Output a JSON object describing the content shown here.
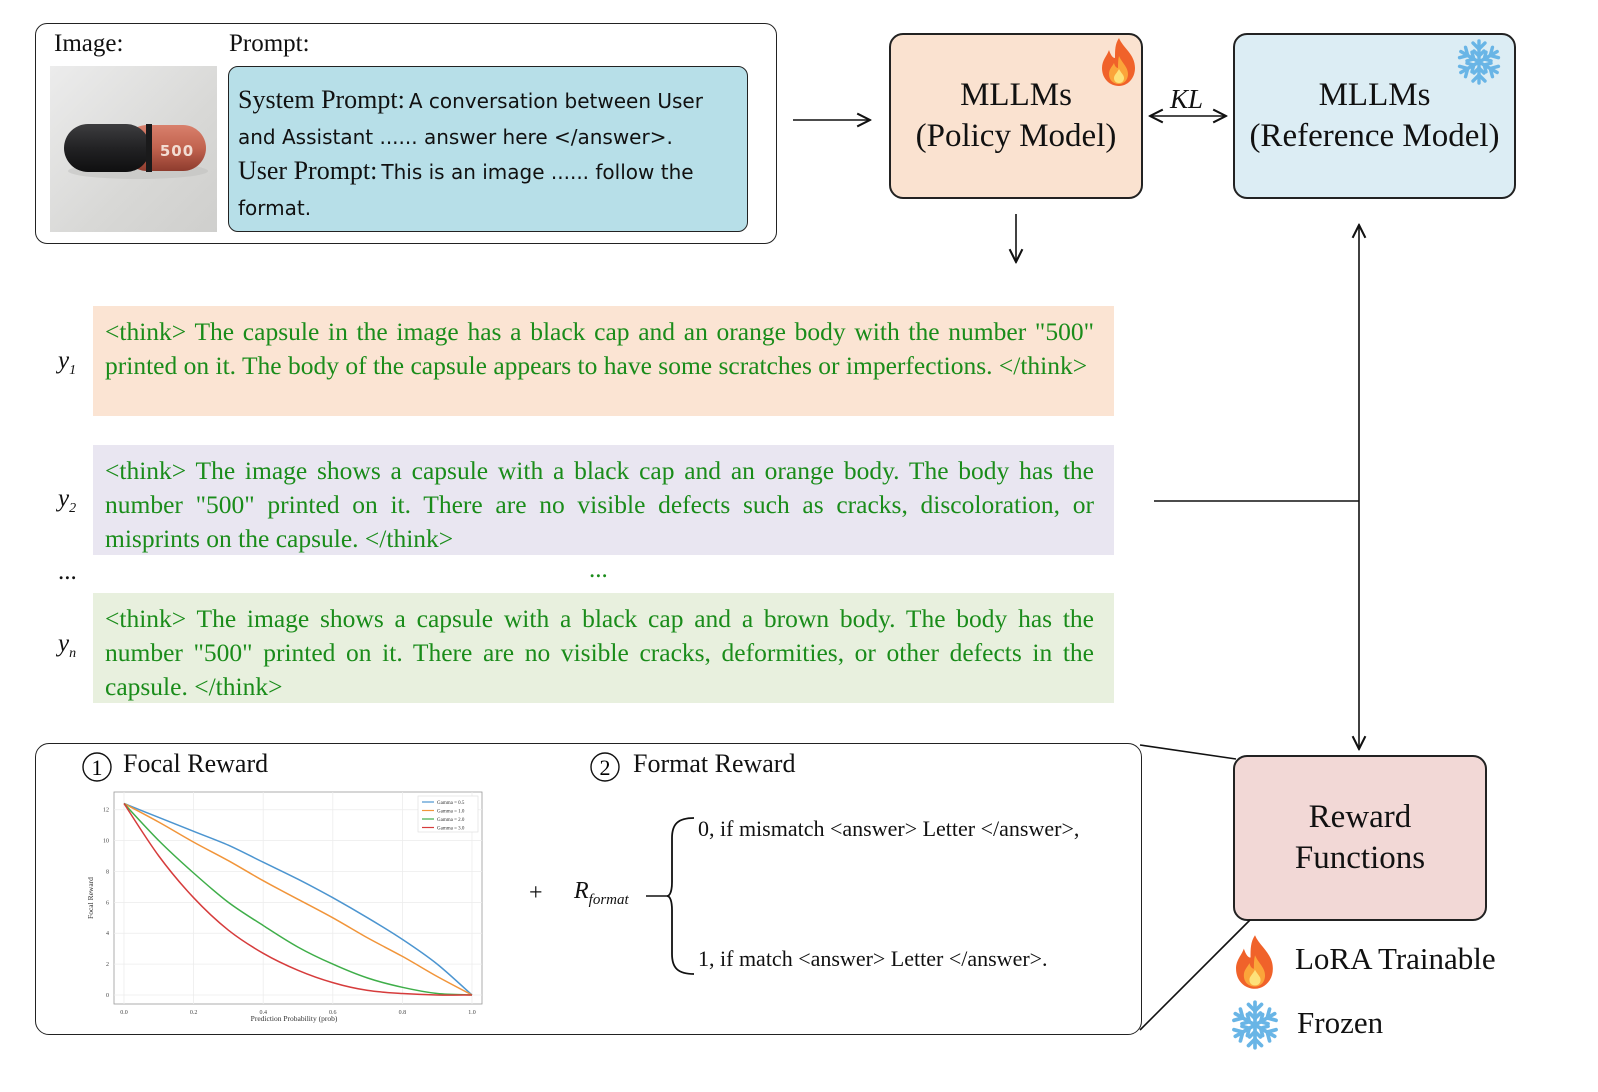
{
  "input": {
    "image_label": "Image:",
    "prompt_label": "Prompt:",
    "capsule_number": "500",
    "system_prompt_label": "System Prompt:",
    "system_prompt_text_line1": "A conversation between User",
    "system_prompt_text_line2": "and Assistant ...... answer here </answer>.",
    "user_prompt_label": "User Prompt:",
    "user_prompt_text_line1": "This is an image ...... follow the",
    "user_prompt_text_line2": "format."
  },
  "policy_model": {
    "line1": "MLLMs",
    "line2": "(Policy Model)",
    "icon": "fire-icon"
  },
  "reference_model": {
    "line1": "MLLMs",
    "line2": "(Reference Model)",
    "icon": "snowflake-icon"
  },
  "kl_label": "KL",
  "responses": [
    {
      "label": "y",
      "sub": "1",
      "text": "<think> The capsule in the image has a black cap and an orange body with the number \"500\" printed on it. The body of the capsule appears to have some scratches or imperfections. </think>"
    },
    {
      "label": "y",
      "sub": "2",
      "text": "<think> The image shows a capsule with a black cap and an orange body. The body has the number \"500\" printed on it. There are no visible defects such as cracks, discoloration, or misprints on the capsule. </think>"
    },
    {
      "label": "y",
      "sub": "n",
      "text": "<think> The image shows a capsule with a black cap and a brown body. The body has the number \"500\" printed on it. There are no visible cracks, deformities, or other defects in the capsule. </think>"
    }
  ],
  "ellipsis_left": "...",
  "ellipsis_center": "...",
  "rewards": {
    "focal_number": "1",
    "focal_title": "Focal Reward",
    "format_number": "2",
    "format_title": "Format Reward",
    "plus": "+",
    "r_symbol": "R",
    "r_sub": "format",
    "case0": "0, if  mismatch <answer> Letter </answer>,",
    "case1": "1, if  match <answer> Letter </answer>."
  },
  "reward_functions": {
    "line1": "Reward",
    "line2": "Functions"
  },
  "legend": {
    "trainable": "LoRA Trainable",
    "frozen": "Frozen"
  },
  "chart_data": {
    "type": "line",
    "title": "",
    "xlabel": "Prediction Probability (prob)",
    "ylabel": "Focal Reward",
    "xlim": [
      0,
      1
    ],
    "ylim": [
      0,
      12.5
    ],
    "xticks": [
      "0.0",
      "0.2",
      "0.4",
      "0.6",
      "0.8",
      "1.0"
    ],
    "yticks": [
      "0",
      "2",
      "4",
      "6",
      "8",
      "10",
      "12"
    ],
    "x": [
      0,
      0.1,
      0.2,
      0.3,
      0.4,
      0.5,
      0.6,
      0.7,
      0.8,
      0.9,
      1.0
    ],
    "series": [
      {
        "name": "Gamma = 0.5",
        "color": "#4c95d0",
        "values": [
          12.4,
          11.5,
          10.6,
          9.7,
          8.6,
          7.5,
          6.3,
          5.0,
          3.6,
          2.0,
          0.0
        ]
      },
      {
        "name": "Gamma = 1.0",
        "color": "#f1953a",
        "values": [
          12.4,
          11.2,
          9.9,
          8.7,
          7.4,
          6.2,
          5.0,
          3.7,
          2.5,
          1.2,
          0.0
        ]
      },
      {
        "name": "Gamma = 2.0",
        "color": "#3fae49",
        "values": [
          12.4,
          10.0,
          7.9,
          6.0,
          4.5,
          3.1,
          2.0,
          1.1,
          0.5,
          0.1,
          0.0
        ]
      },
      {
        "name": "Gamma = 3.0",
        "color": "#d63c3c",
        "values": [
          12.4,
          9.0,
          6.3,
          4.2,
          2.7,
          1.6,
          0.8,
          0.3,
          0.1,
          0.0,
          0.0
        ]
      }
    ],
    "legend_position": "top-right",
    "grid": true
  }
}
